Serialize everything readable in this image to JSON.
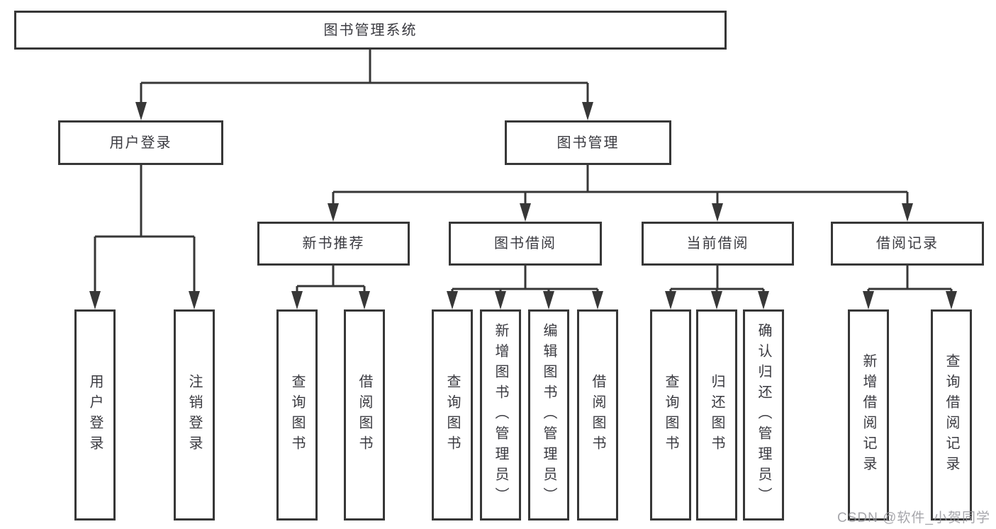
{
  "nodes": {
    "root": {
      "label": "图书管理系统"
    },
    "level2": [
      {
        "label": "用户登录"
      },
      {
        "label": "图书管理"
      }
    ],
    "level3": [
      {
        "label": "新书推荐"
      },
      {
        "label": "图书借阅"
      },
      {
        "label": "当前借阅"
      },
      {
        "label": "借阅记录"
      }
    ],
    "leaves": {
      "user_login": [
        {
          "label": "用户登录"
        },
        {
          "label": "注销登录"
        }
      ],
      "new_books": [
        {
          "label": "查询图书"
        },
        {
          "label": "借阅图书"
        }
      ],
      "book_borrow": [
        {
          "label": "查询图书"
        },
        {
          "label": "新增图书（管理员）"
        },
        {
          "label": "编辑图书（管理员）"
        },
        {
          "label": "借阅图书"
        }
      ],
      "current_borrow": [
        {
          "label": "查询图书"
        },
        {
          "label": "归还图书"
        },
        {
          "label": "确认归还（管理员）"
        }
      ],
      "borrow_records": [
        {
          "label": "新增借阅记录"
        },
        {
          "label": "查询借阅记录"
        }
      ]
    }
  },
  "watermark": "CSDN @软件_小贺同学",
  "colors": {
    "line": "#373737",
    "text": "#3a3a40",
    "box_background": "#ffffff",
    "watermark": "#9c9ca2"
  }
}
